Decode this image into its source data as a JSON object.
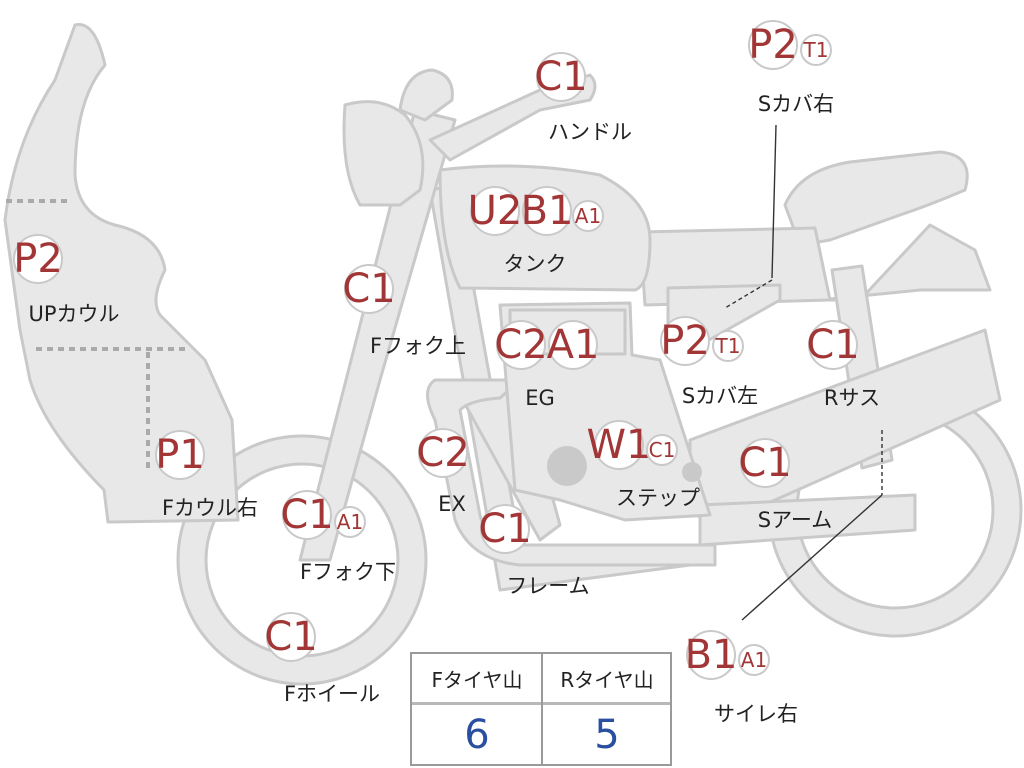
{
  "parts": [
    {
      "id": "handle",
      "label": "ハンドル",
      "codes": [
        "C1"
      ]
    },
    {
      "id": "upcowl",
      "label": "UPカウル",
      "codes": [
        "P2"
      ]
    },
    {
      "id": "tank",
      "label": "タンク",
      "codes": [
        "U2",
        "B1",
        "A1"
      ]
    },
    {
      "id": "sideCoverRight",
      "label": "Sカバ右",
      "codes": [
        "P2",
        "T1"
      ]
    },
    {
      "id": "forkUpper",
      "label": "Fフォク上",
      "codes": [
        "C1"
      ]
    },
    {
      "id": "engine",
      "label": "EG",
      "codes": [
        "C2",
        "A1"
      ]
    },
    {
      "id": "sideCoverLeft",
      "label": "Sカバ左",
      "codes": [
        "P2",
        "T1"
      ]
    },
    {
      "id": "rearSuspension",
      "label": "Rサス",
      "codes": [
        "C1"
      ]
    },
    {
      "id": "frontCowlRight",
      "label": "Fカウル右",
      "codes": [
        "P1"
      ]
    },
    {
      "id": "exhaust",
      "label": "EX",
      "codes": [
        "C2"
      ]
    },
    {
      "id": "step",
      "label": "ステップ",
      "codes": [
        "W1",
        "C1"
      ]
    },
    {
      "id": "swingArm",
      "label": "Sアーム",
      "codes": [
        "C1"
      ]
    },
    {
      "id": "forkLower",
      "label": "Fフォク下",
      "codes": [
        "C1",
        "A1"
      ]
    },
    {
      "id": "frame",
      "label": "フレーム",
      "codes": [
        "C1"
      ]
    },
    {
      "id": "frontWheel",
      "label": "Fホイール",
      "codes": [
        "C1"
      ]
    },
    {
      "id": "silencerRight",
      "label": "サイレ右",
      "codes": [
        "B1",
        "A1"
      ]
    }
  ],
  "tire_table": {
    "front_label": "Fタイヤ山",
    "rear_label": "Rタイヤ山",
    "front_value": "6",
    "rear_value": "5"
  },
  "colors": {
    "part_fill": "#e8e8e8",
    "part_stroke": "#c9c9c9",
    "code_text": "#a23636",
    "table_value": "#2a4fa0"
  }
}
